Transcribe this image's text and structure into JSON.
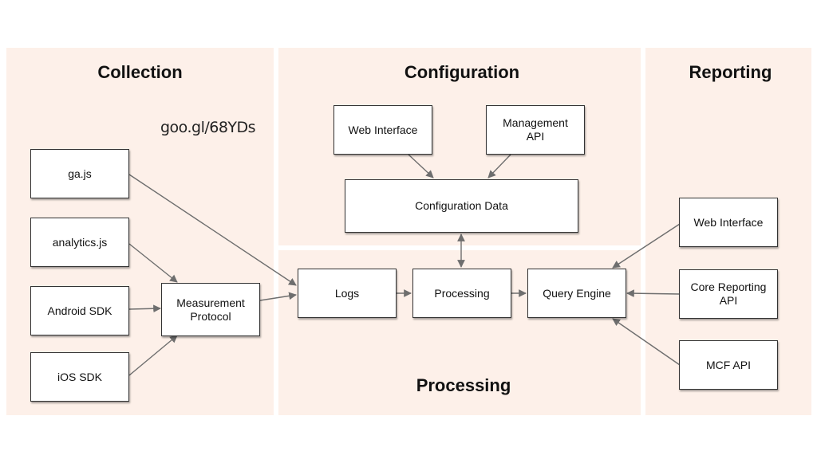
{
  "sections": {
    "collection": "Collection",
    "configuration": "Configuration",
    "reporting": "Reporting",
    "processing": "Processing"
  },
  "link": "goo.gl/68YDs",
  "nodes": {
    "ga_js": "ga.js",
    "analytics_js": "analytics.js",
    "android_sdk": "Android SDK",
    "ios_sdk": "iOS SDK",
    "measurement_protocol": "Measurement\nProtocol",
    "config_web_interface": "Web Interface",
    "management_api": "Management\nAPI",
    "configuration_data": "Configuration Data",
    "logs": "Logs",
    "processing": "Processing",
    "query_engine": "Query Engine",
    "report_web_interface": "Web Interface",
    "core_reporting_api": "Core Reporting\nAPI",
    "mcf_api": "MCF API"
  },
  "colors": {
    "panel_background": "#fdf0e9",
    "arrow": "#6e6e6e"
  }
}
